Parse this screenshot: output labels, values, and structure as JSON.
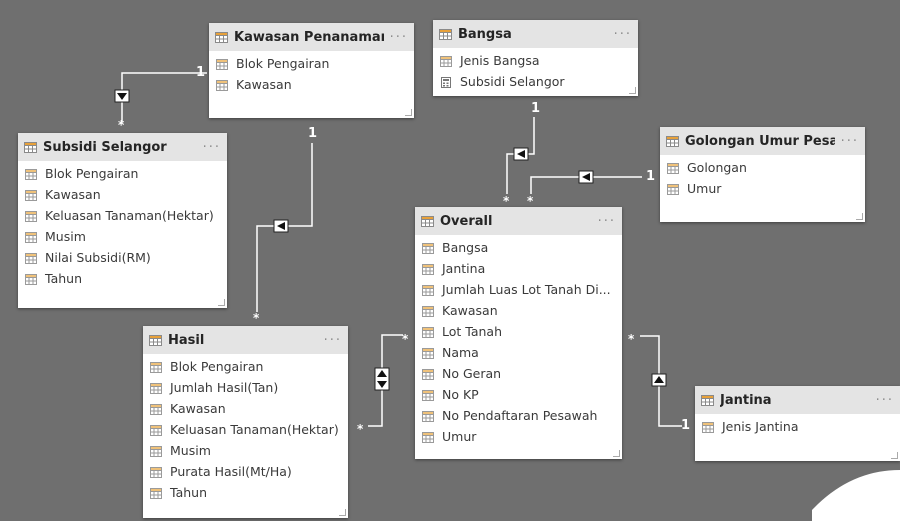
{
  "tables": [
    {
      "name": "Kawasan Penanaman",
      "icon": "table-icon",
      "fields": [
        {
          "label": "Blok Pengairan",
          "icon": "column-icon"
        },
        {
          "label": "Kawasan",
          "icon": "column-icon"
        }
      ]
    },
    {
      "name": "Bangsa",
      "icon": "table-icon",
      "fields": [
        {
          "label": "Jenis Bangsa",
          "icon": "column-icon"
        },
        {
          "label": "Subsidi Selangor",
          "icon": "measure-icon"
        }
      ]
    },
    {
      "name": "Subsidi Selangor",
      "icon": "table-icon",
      "fields": [
        {
          "label": "Blok Pengairan",
          "icon": "column-icon"
        },
        {
          "label": "Kawasan",
          "icon": "column-icon"
        },
        {
          "label": "Keluasan Tanaman(Hektar)",
          "icon": "column-icon"
        },
        {
          "label": "Musim",
          "icon": "column-icon"
        },
        {
          "label": "Nilai Subsidi(RM)",
          "icon": "column-icon"
        },
        {
          "label": "Tahun",
          "icon": "column-icon"
        }
      ]
    },
    {
      "name": "Golongan Umur Pesa...",
      "icon": "table-icon",
      "fields": [
        {
          "label": "Golongan",
          "icon": "column-icon"
        },
        {
          "label": "Umur",
          "icon": "column-icon"
        }
      ]
    },
    {
      "name": "Overall",
      "icon": "table-icon",
      "fields": [
        {
          "label": "Bangsa",
          "icon": "column-icon"
        },
        {
          "label": "Jantina",
          "icon": "column-icon"
        },
        {
          "label": "Jumlah Luas Lot Tanah Di...",
          "icon": "column-icon"
        },
        {
          "label": "Kawasan",
          "icon": "column-icon"
        },
        {
          "label": "Lot Tanah",
          "icon": "column-icon"
        },
        {
          "label": "Nama",
          "icon": "column-icon"
        },
        {
          "label": "No Geran",
          "icon": "column-icon"
        },
        {
          "label": "No KP",
          "icon": "column-icon"
        },
        {
          "label": "No Pendaftaran Pesawah",
          "icon": "column-icon"
        },
        {
          "label": "Umur",
          "icon": "column-icon"
        }
      ]
    },
    {
      "name": "Hasil",
      "icon": "table-icon",
      "fields": [
        {
          "label": "Blok Pengairan",
          "icon": "column-icon"
        },
        {
          "label": "Jumlah Hasil(Tan)",
          "icon": "column-icon"
        },
        {
          "label": "Kawasan",
          "icon": "column-icon"
        },
        {
          "label": "Keluasan Tanaman(Hektar)",
          "icon": "column-icon"
        },
        {
          "label": "Musim",
          "icon": "column-icon"
        },
        {
          "label": "Purata Hasil(Mt/Ha)",
          "icon": "column-icon"
        },
        {
          "label": "Tahun",
          "icon": "column-icon"
        }
      ]
    },
    {
      "name": "Jantina",
      "icon": "table-icon",
      "fields": [
        {
          "label": "Jenis Jantina",
          "icon": "column-icon"
        }
      ]
    }
  ],
  "header_more": "···",
  "relationships": [
    {
      "from": "Kawasan Penanaman",
      "to": "Subsidi Selangor",
      "one": "1",
      "many": "*",
      "filter": "single"
    },
    {
      "from": "Kawasan Penanaman",
      "to": "Hasil",
      "one": "1",
      "many": "*",
      "filter": "single"
    },
    {
      "from": "Bangsa",
      "to": "Overall",
      "one": "1",
      "many": "*",
      "filter": "single"
    },
    {
      "from": "Golongan Umur Pesa...",
      "to": "Overall",
      "one": "1",
      "many": "*",
      "filter": "single"
    },
    {
      "from": "Jantina",
      "to": "Overall",
      "one": "1",
      "many": "*",
      "filter": "single"
    },
    {
      "from": "Overall",
      "to": "Hasil",
      "one": "*",
      "many": "*",
      "filter": "both"
    }
  ],
  "colors": {
    "canvas": "#6f6f6f",
    "card": "#ffffff",
    "header": "#e4e4e4",
    "line": "#ffffff"
  }
}
